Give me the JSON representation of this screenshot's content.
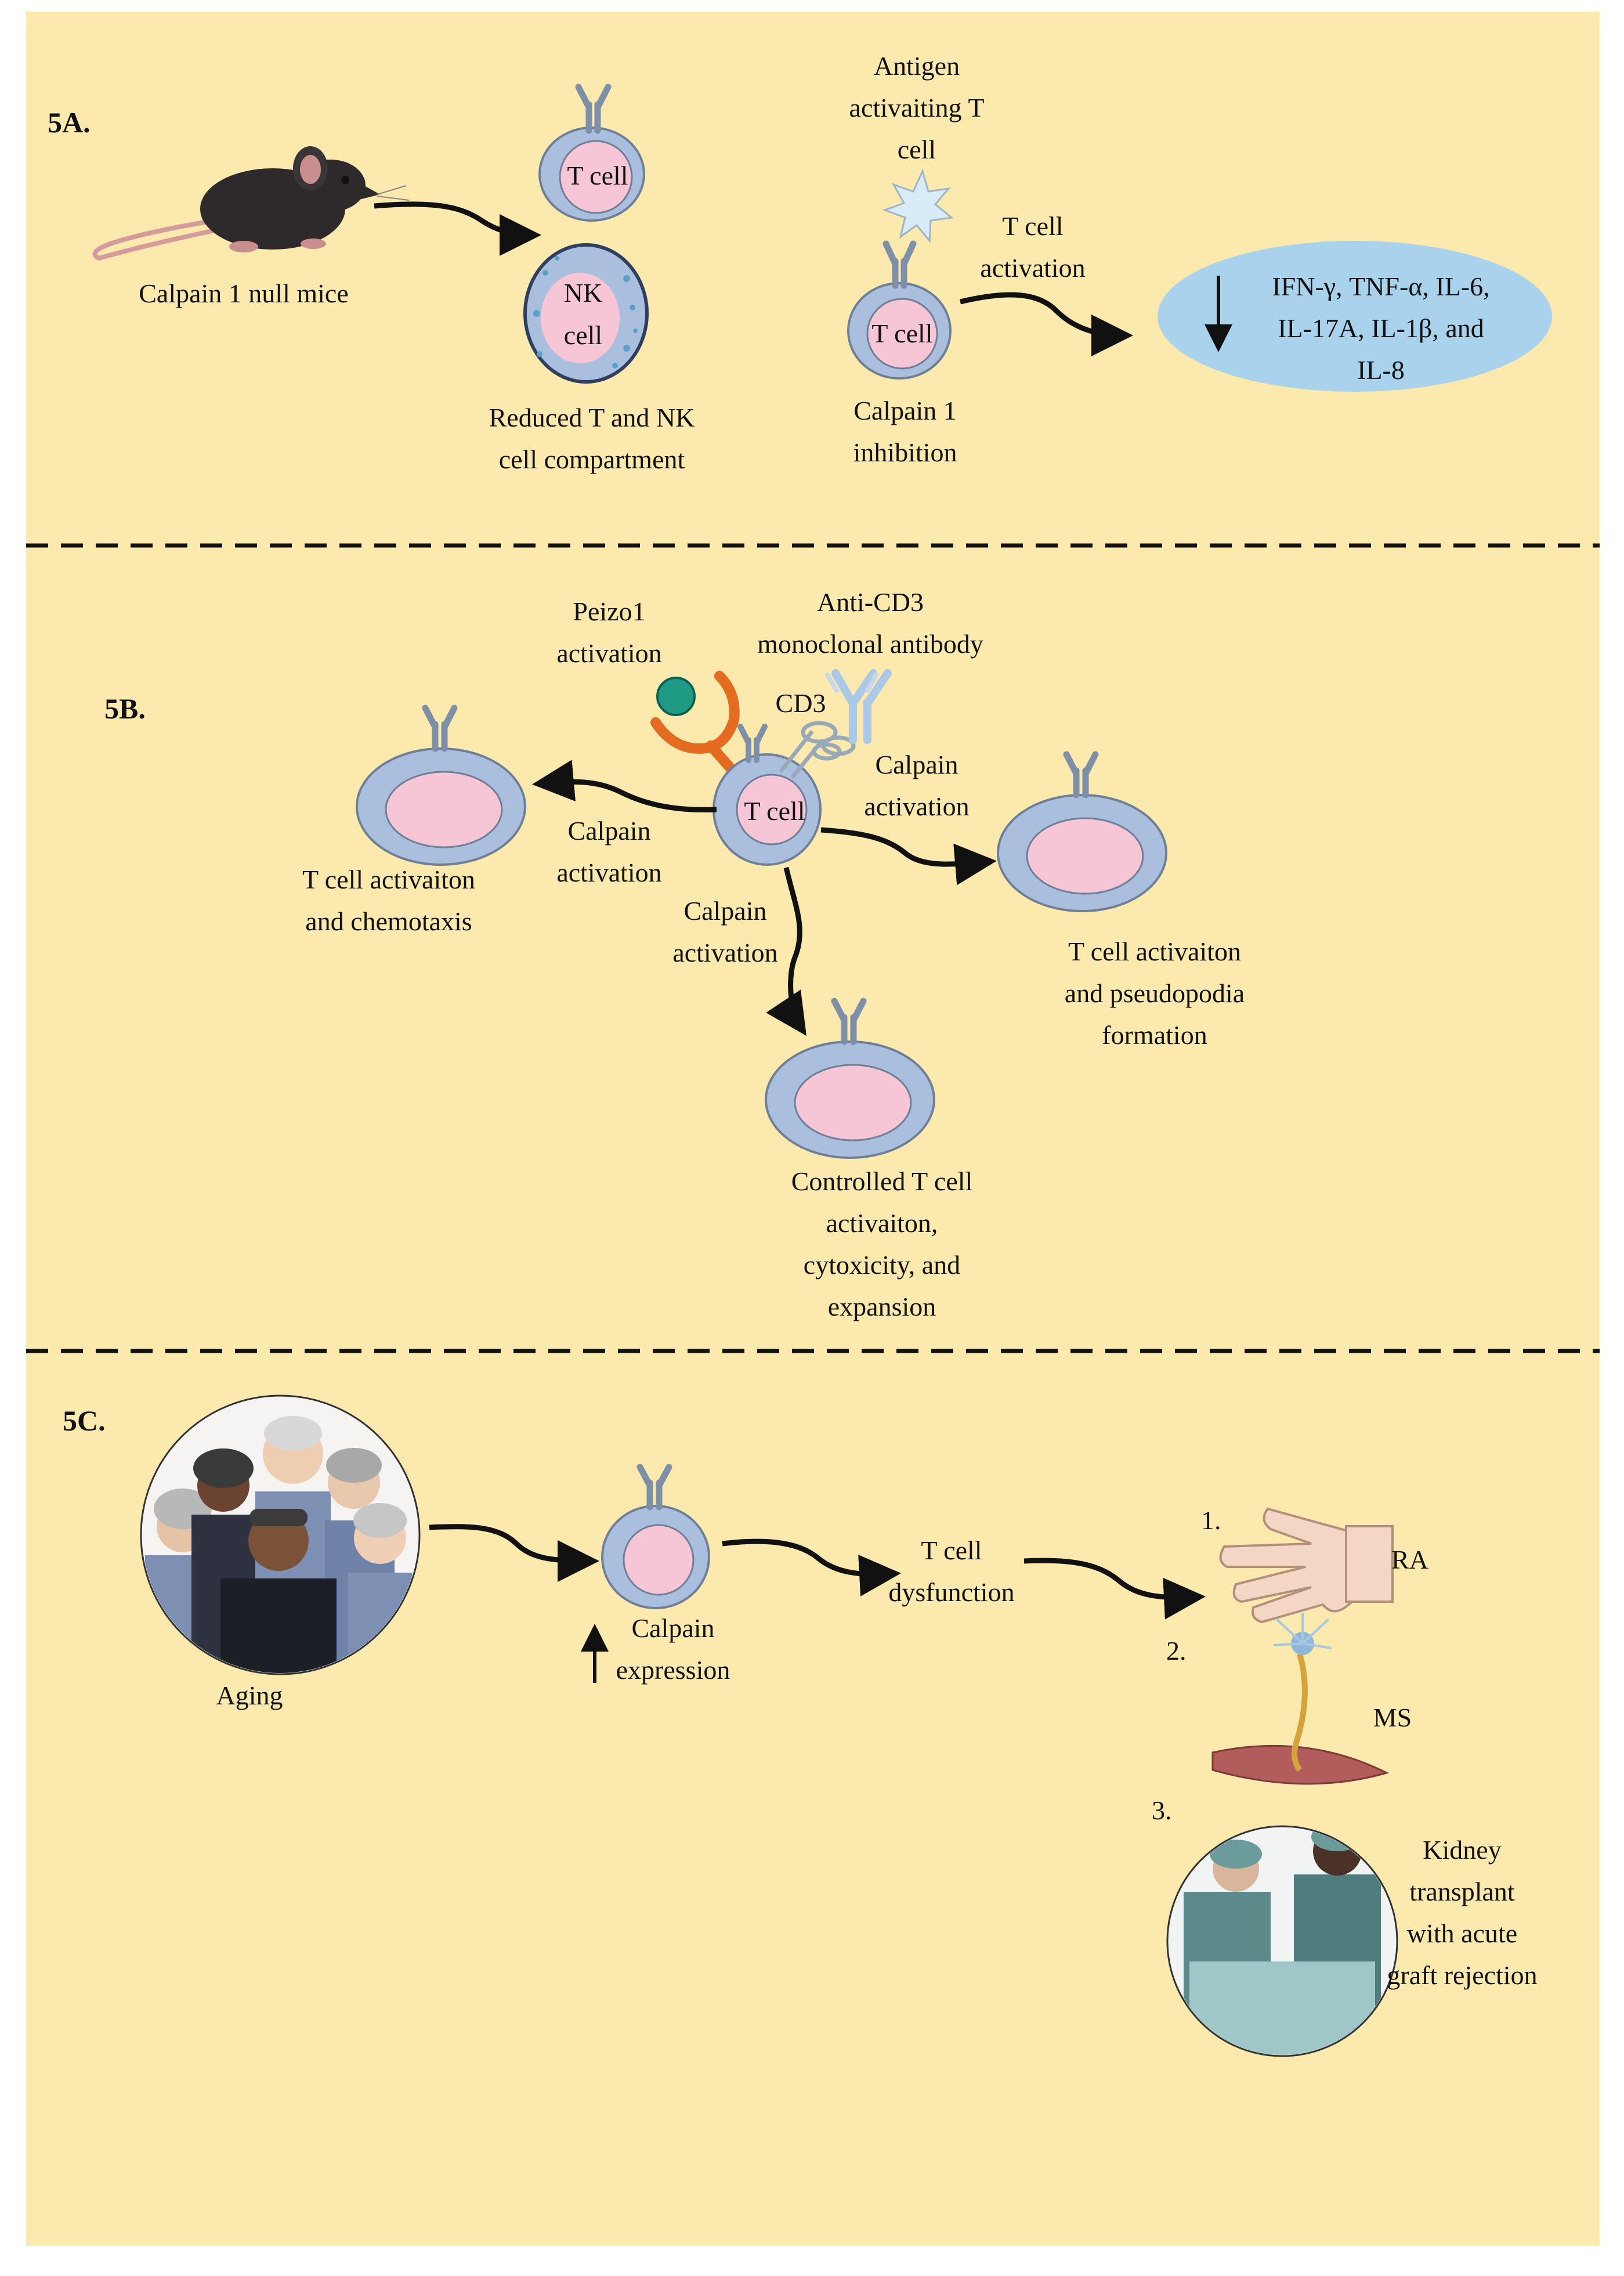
{
  "colors": {
    "background": "#fbe9ad",
    "cell_body": "#a9bfdd",
    "nucleus": "#f6c6d6",
    "nk_dots": "#5aa0c8",
    "antigen": "#d8ecf8",
    "cytokine_box": "#a9d3ec",
    "peizo_ball": "#1f9a84",
    "peizo_channel": "#e46b1f",
    "antibody": "#a9c9e6"
  },
  "icons": [
    "mouse-icon",
    "t-cell-icon",
    "nk-cell-icon",
    "antigen-icon",
    "peizo1-channel-icon",
    "antibody-icon",
    "elderly-people-icon",
    "hand-icon",
    "neuron-icon",
    "surgery-icon"
  ],
  "section_a": {
    "tag": "5A.",
    "mouse_label": "Calpain 1 null mice",
    "t_cell": "T cell",
    "nk_cell": "NK\ncell",
    "reduced_label": "Reduced T and NK\ncell compartment",
    "antigen_label": "Antigen\nactivaiting T\ncell",
    "inhib_t_cell": "T cell",
    "inhibition_label": "Calpain 1\ninhibition",
    "activation_label": "T cell\nactivation",
    "cytokines": "IFN-γ, TNF-α, IL-6,\nIL-17A, IL-1β, and\nIL-8"
  },
  "section_b": {
    "tag": "5B.",
    "peizo_label": "Peizo1\nactivation",
    "antibody_label": "Anti-CD3\nmonoclonal antibody",
    "cd3_label": "CD3",
    "center_cell": "T cell",
    "left_arrow_label": "Calpain\nactivation",
    "right_arrow_label": "Calpain\nactivation",
    "down_arrow_label": "Calpain\nactivation",
    "left_outcome": "T cell activaiton\nand chemotaxis",
    "right_outcome": "T cell activaiton\nand pseudopodia\nformation",
    "down_outcome": "Controlled T cell\nactivaiton,\ncytoxicity, and\nexpansion"
  },
  "section_c": {
    "tag": "5C.",
    "aging_label": "Aging",
    "calpain_label": "Calpain\nexpression",
    "dysfunction_label": "T cell\ndysfunction",
    "num1": "1.",
    "ra_label": "RA",
    "num2": "2.",
    "ms_label": "MS",
    "num3": "3.",
    "kidney_label": "Kidney\ntransplant\nwith acute\ngraft rejection"
  }
}
